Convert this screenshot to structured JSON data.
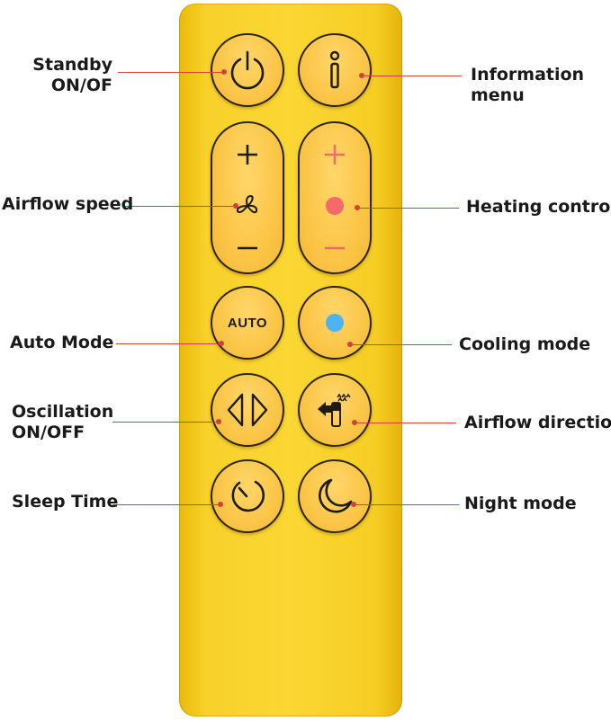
{
  "labels": {
    "standby_line1": "Standby",
    "standby_line2": "ON/OF",
    "information_line1": "Information",
    "information_line2": "menu",
    "airflow_speed": "Airflow speed",
    "heating_control": "Heating control",
    "auto_mode": "Auto Mode",
    "cooling_mode": "Cooling mode",
    "oscillation_line1": "Oscillation",
    "oscillation_line2": "ON/OFF",
    "airflow_direction": "Airflow direction",
    "sleep_time": "Sleep Time",
    "night_mode": "Night mode"
  },
  "buttons": {
    "auto_label": "AUTO"
  },
  "icons": {
    "power": "power-icon",
    "info": "info-icon",
    "plus": "plus-icon",
    "fan": "fan-icon",
    "minus": "minus-icon",
    "heat_plus": "heat-plus-icon",
    "heat_dot": "heat-dot-icon",
    "heat_minus": "heat-minus-icon",
    "cool_dot": "cool-dot-icon",
    "oscillation": "oscillation-icon",
    "airflow_direction": "airflow-direction-icon",
    "sleep_timer": "sleep-timer-icon",
    "moon": "moon-icon"
  },
  "colors": {
    "remote": "#fbd733",
    "button": "#fcc74a",
    "leader_line": "#d4413a",
    "heat_accent": "#f46a6a",
    "cool_accent": "#4fb3f0",
    "ink": "#1f1a12"
  }
}
